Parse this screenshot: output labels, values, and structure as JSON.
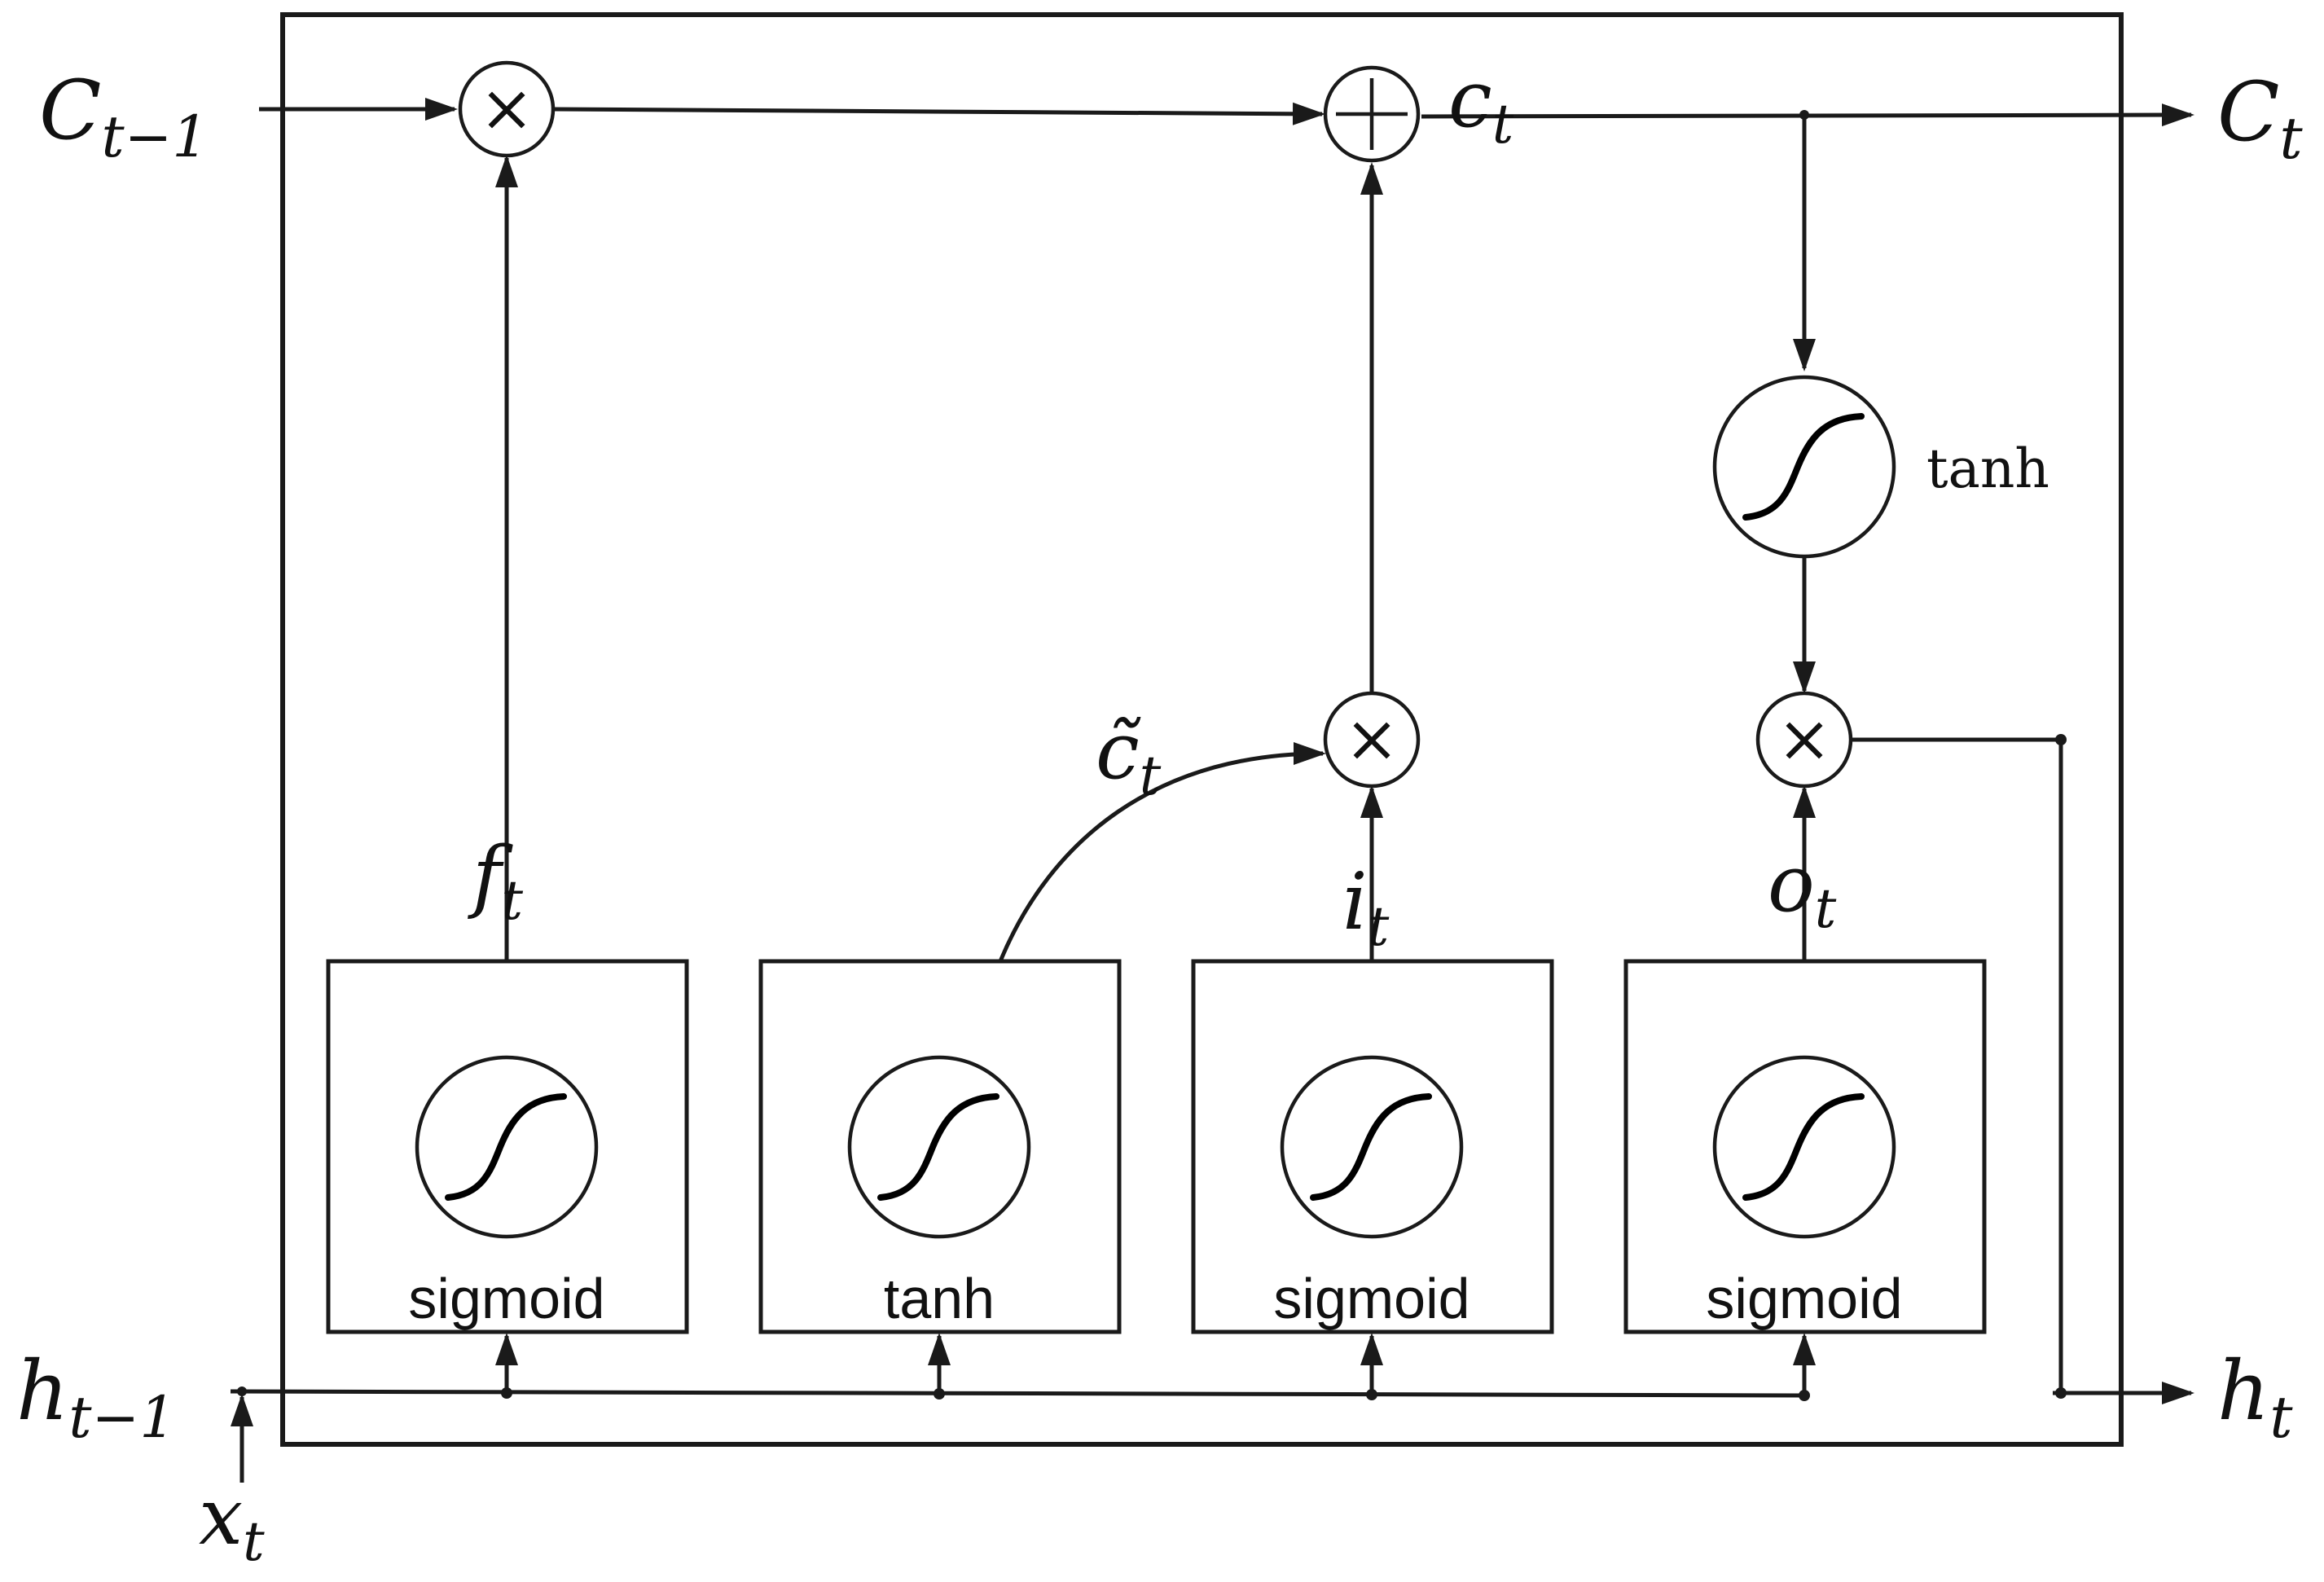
{
  "labels": {
    "c_prev": "C",
    "c_prev_sub": "t−1",
    "c_next": "C",
    "c_next_sub": "t",
    "c_t": "c",
    "c_t_sub": "t",
    "h_prev": "h",
    "h_prev_sub": "t−1",
    "h_next": "h",
    "h_next_sub": "t",
    "x_t": "x",
    "x_t_sub": "t",
    "f_t": "f",
    "f_t_sub": "t",
    "i_t": "i",
    "i_t_sub": "t",
    "o_t": "o",
    "o_t_sub": "t",
    "c_tilde": "c̃",
    "c_tilde_sub": "t",
    "tanh_activation": "tanh"
  },
  "gates": [
    {
      "label": "sigmoid"
    },
    {
      "label": "tanh"
    },
    {
      "label": "sigmoid"
    },
    {
      "label": "sigmoid"
    }
  ],
  "operators": {
    "multiply": "×",
    "add": "+"
  }
}
